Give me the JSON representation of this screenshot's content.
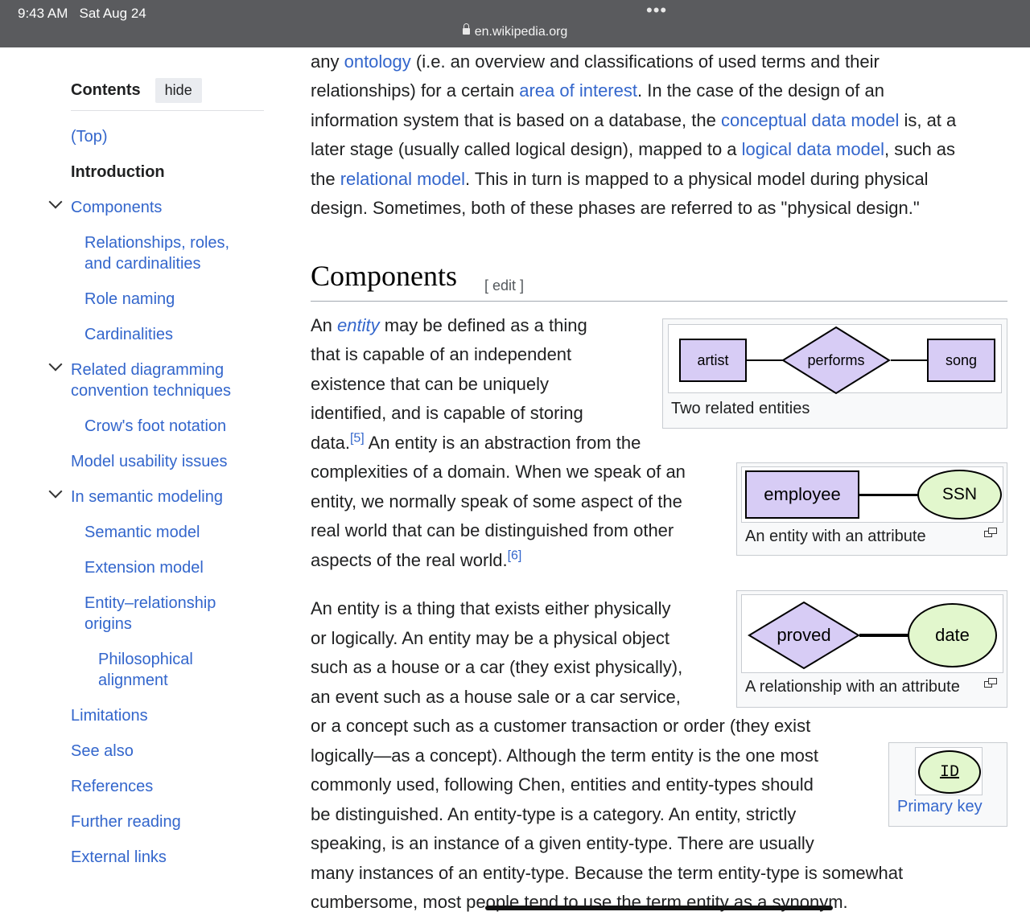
{
  "status": {
    "time": "9:43 AM   Sat Aug 24",
    "dots": "•••",
    "url": "en.wikipedia.org"
  },
  "toc": {
    "title": "Contents",
    "hide_label": "hide",
    "items": [
      {
        "label": "(Top)"
      },
      {
        "label": "Introduction"
      },
      {
        "label": "Components"
      },
      {
        "label": "Relationships, roles, and cardinalities"
      },
      {
        "label": "Role naming"
      },
      {
        "label": "Cardinalities"
      },
      {
        "label": "Related diagramming convention techniques"
      },
      {
        "label": "Crow's foot notation"
      },
      {
        "label": "Model usability issues"
      },
      {
        "label": "In semantic modeling"
      },
      {
        "label": "Semantic model"
      },
      {
        "label": "Extension model"
      },
      {
        "label": "Entity–relationship origins"
      },
      {
        "label": "Philosophical alignment"
      },
      {
        "label": "Limitations"
      },
      {
        "label": "See also"
      },
      {
        "label": "References"
      },
      {
        "label": "Further reading"
      },
      {
        "label": "External links"
      }
    ]
  },
  "article": {
    "intro": {
      "l1a": "any ",
      "l1link": "ontology",
      "l1b": " (i.e. an overview and classifications of used terms and their",
      "l2a": "relationships) for a certain ",
      "l2link": "area of interest",
      "l2b": ". In the case of the design of an",
      "l3a": "information system that is based on a database, the ",
      "l3link": "conceptual data model",
      "l3b": " is, at a",
      "l4a": "later stage (usually called logical design), mapped to a ",
      "l4link": "logical data model",
      "l4b": ", such as",
      "l5a": "the ",
      "l5link": "relational model",
      "l5b": ". This in turn is mapped to a physical model during physical",
      "l6": "design. Sometimes, both of these phases are referred to as \"physical design.\""
    },
    "heading": "Components",
    "edit_label": "[ edit ]",
    "p1": {
      "l1a": "An ",
      "l1link": "entity",
      "l1b": " may be defined as a thing",
      "l2": "that is capable of an independent",
      "l3": "existence that can be uniquely",
      "l4": "identified, and is capable of storing",
      "l5a": "data.",
      "l5ref": "[5]",
      "l5b": " An entity is an abstraction from the",
      "l6": "complexities of a domain. When we speak of an",
      "l7": "entity, we normally speak of some aspect of the",
      "l8": "real world that can be distinguished from other",
      "l9a": "aspects of the real world.",
      "l9ref": "[6]"
    },
    "p2": {
      "l1": "An entity is a thing that exists either physically",
      "l2": "or logically. An entity may be a physical object",
      "l3": "such as a house or a car (they exist physically),",
      "l4": "an event such as a house sale or a car service,",
      "l5": "or a concept such as a customer transaction or order (they exist",
      "l6": "logically—as a concept). Although the term entity is the one most",
      "l7": "commonly used, following Chen, entities and entity-types should",
      "l8": "be distinguished. An entity-type is a category. An entity, strictly",
      "l9": "speaking, is an instance of a given entity-type. There are usually",
      "l10": "many instances of an entity-type. Because the term entity-type is somewhat",
      "l11": "cumbersome, most people tend to use the term entity as a synonym."
    }
  },
  "figures": {
    "f1": {
      "entity_a": "artist",
      "relation": "performs",
      "entity_b": "song",
      "caption": "Two related entities"
    },
    "f2": {
      "entity": "employee",
      "attribute": "SSN",
      "caption": "An entity with an attribute"
    },
    "f3": {
      "relation": "proved",
      "attribute": "date",
      "caption": "A relationship with an attribute"
    },
    "f4": {
      "attribute": "ID",
      "caption": "Primary key"
    }
  },
  "colors": {
    "link": "#3366cc",
    "entity_fill": "#d7ccf5",
    "attribute_fill": "#e2f7cd",
    "statusbar": "#5a5b5e"
  }
}
